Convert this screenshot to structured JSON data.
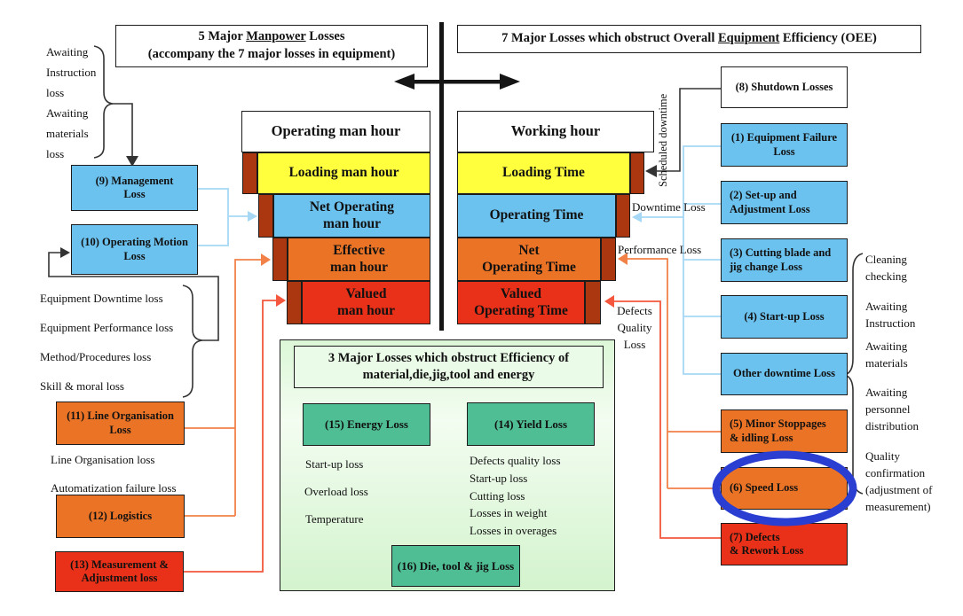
{
  "palette": {
    "yellow": "#ffff3d",
    "sky_blue": "#6cc2ef",
    "orange": "#ea7326",
    "red": "#e93018",
    "dark_red_bar": "#ab3710",
    "teal": "#4fbe94",
    "panel_green": "#dcf7d7",
    "highlight_blue": "#2a3ed2",
    "connector_blue": "#a6d8f5",
    "connector_orange": "#f28148",
    "connector_red": "#f4573d"
  },
  "left_header": {
    "line1_pre": "5 Major ",
    "line1_underlined": "Manpower",
    "line1_post": " Losses",
    "line2": "(accompany the 7 major losses in equipment)"
  },
  "right_header": {
    "pre": "7 Major Losses which obstruct Overall ",
    "underlined": "Equipment",
    "post": " Efficiency (OEE)"
  },
  "left_stack": {
    "title": "Operating man hour",
    "rows": [
      "Loading man hour",
      "Net Operating\nman hour",
      "Effective\nman hour",
      "Valued\nman hour"
    ]
  },
  "right_stack": {
    "title": "Working hour",
    "rows": [
      "Loading Time",
      "Operating Time",
      "Net\nOperating Time",
      "Valued\nOperating Time"
    ]
  },
  "manpower_boxes": {
    "management": "(9) Management\nLoss",
    "operating_motion": "(10) Operating Motion\nLoss",
    "line_organisation": "(11) Line Organisation\nLoss",
    "logistics": "(12) Logistics",
    "measurement": "(13) Measurement &\nAdjustment loss"
  },
  "equipment_boxes": {
    "shutdown": "(8) Shutdown Losses",
    "equipment_failure": "(1) Equipment Failure\nLoss",
    "setup_adjustment": "(2) Set-up and\nAdjustment Loss",
    "cutting_blade": "(3) Cutting blade and\njig change  Loss",
    "startup": "(4) Start-up Loss",
    "other_downtime": "Other downtime Loss",
    "minor_stoppages": "(5) Minor Stoppages\n& idling Loss",
    "speed": "(6) Speed  Loss",
    "defects_rework": "(7) Defects\n& Rework  Loss"
  },
  "flow_labels": {
    "scheduled_downtime": "Scheduled downtime",
    "downtime_loss": "Downtime Loss",
    "performance_loss": "Performance Loss",
    "defects_quality_loss": "Defects\nQuality\nLoss"
  },
  "left_notes": {
    "awaiting_instruction": "Awaiting\nInstruction\nloss",
    "awaiting_materials": "Awaiting\nmaterials\nloss",
    "equipment_list": [
      "Equipment Downtime loss",
      "Equipment Performance loss",
      "Method/Procedures loss",
      "Skill & moral loss"
    ],
    "line_organisation": "Line Organisation loss",
    "automatization": "Automatization  failure loss"
  },
  "equipment_notes": [
    "Cleaning\nchecking",
    "Awaiting\nInstruction",
    "Awaiting\nmaterials",
    "Awaiting\npersonnel\ndistribution",
    "Quality\nconfirmation\n(adjustment of\nmeasurement)"
  ],
  "material_panel": {
    "title": "3 Major Losses which obstruct Efficiency of\nmaterial,die,jig,tool and energy",
    "energy": "(15) Energy Loss",
    "yield": "(14) Yield Loss",
    "die_tool_jig": "(16) Die, tool & jig Loss",
    "energy_items": [
      "Start-up loss",
      "Overload loss",
      "Temperature"
    ],
    "yield_items": [
      "Defects quality loss",
      "Start-up loss",
      "Cutting  loss",
      "Losses in weight",
      "Losses in overages"
    ]
  }
}
